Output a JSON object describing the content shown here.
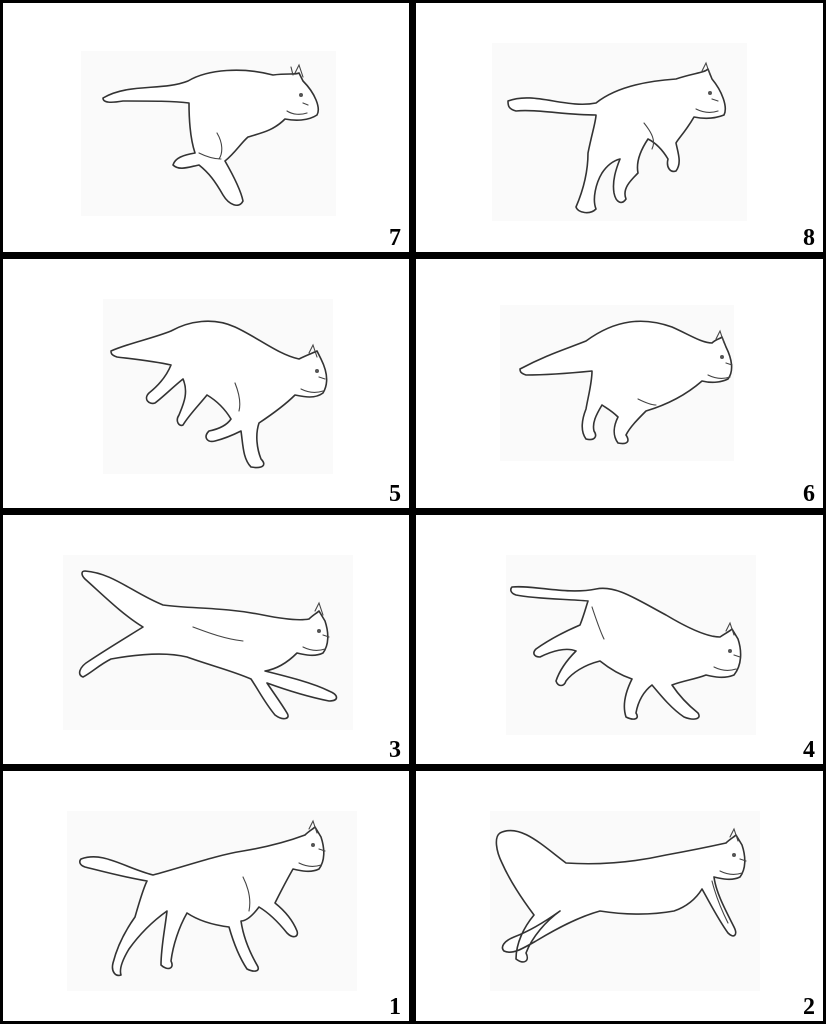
{
  "sheet": {
    "frames": [
      {
        "label": "7"
      },
      {
        "label": "8"
      },
      {
        "label": "5"
      },
      {
        "label": "6"
      },
      {
        "label": "3"
      },
      {
        "label": "4"
      },
      {
        "label": "1"
      },
      {
        "label": "2"
      }
    ]
  },
  "colors": {
    "border": "#000000",
    "panel": "#ffffff",
    "line": "#333333"
  }
}
